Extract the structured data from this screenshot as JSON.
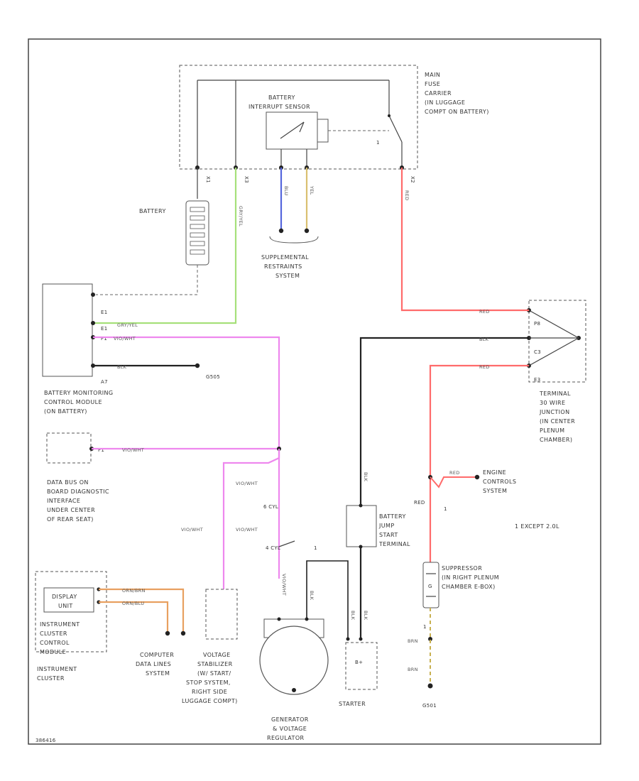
{
  "diagram_id": "386416",
  "components": {
    "main_fuse": [
      "MAIN",
      "FUSE",
      "CARRIER",
      "(IN LUGGAGE",
      "COMPT ON BATTERY)"
    ],
    "battery_interrupt": [
      "BATTERY",
      "INTERRUPT SENSOR"
    ],
    "battery": "BATTERY",
    "srs": [
      "SUPPLEMENTAL",
      "RESTRAINTS",
      "SYSTEM"
    ],
    "bmcm": [
      "BATTERY MONITORING",
      "CONTROL MODULE",
      "(ON BATTERY)"
    ],
    "terminal_30": [
      "TERMINAL",
      "30 WIRE",
      "JUNCTION",
      "(IN CENTER",
      "PLENUM",
      "CHAMBER)"
    ],
    "data_bus": [
      "DATA BUS ON",
      "BOARD DIAGNOSTIC",
      "INTERFACE",
      "UNDER CENTER",
      "OF REAR SEAT)"
    ],
    "engine_controls": [
      "ENGINE",
      "CONTROLS",
      "SYSTEM"
    ],
    "jump_start": [
      "BATTERY",
      "JUMP",
      "START",
      "TERMINAL"
    ],
    "except_note": "1  EXCEPT 2.0L",
    "suppressor": [
      "SUPPRESSOR",
      "(IN RIGHT PLENUM",
      "CHAMBER E-BOX)"
    ],
    "display_unit": [
      "DISPLAY",
      "UNIT"
    ],
    "instrument_cluster_module": [
      "INSTRUMENT",
      "CLUSTER",
      "CONTROL",
      "MODULE"
    ],
    "instrument_cluster": [
      "INSTRUMENT",
      "CLUSTER"
    ],
    "computer_data_lines": [
      "COMPUTER",
      "DATA LINES",
      "SYSTEM"
    ],
    "voltage_stabilizer": [
      "VOLTAGE",
      "STABILIZER",
      "(W/ START/",
      "STOP SYSTEM,",
      "RIGHT SIDE",
      "LUGGAGE COMPT)"
    ],
    "generator": [
      "GENERATOR",
      "& VOLTAGE",
      "REGULATOR"
    ],
    "starter": "STARTER",
    "g505": "G505",
    "g501": "G501",
    "starter_bplus": "B+",
    "suppressor_g": "G"
  },
  "pins": {
    "x1": "X1",
    "x2": "X2",
    "x3": "X3",
    "e1": "E1",
    "f1": "F1",
    "a7": "A7",
    "p8": "P8",
    "c3": "C3",
    "e3": "E3",
    "pt1": "1",
    "pt1b": "1",
    "pt1c": "1"
  },
  "wires": {
    "gry_yel": "GRY/YEL",
    "gry_yel_h": "GRY/YEL",
    "vio_wht": "VIO/WHT",
    "vio_wht_bus": "VIO/WHT",
    "vio_wht_stab": "VIO/WHT",
    "vio_wht_gen": "VIO/WHT",
    "vio_wht_gen2": "VIO/WHT",
    "blk_bmcm": "BLK",
    "blu": "BLU",
    "yel": "YEL",
    "red_main": "RED",
    "red_p8": "RED",
    "blk_c3": "BLK",
    "red_e3": "RED",
    "blk_vert": "BLK",
    "red_engine": "RED",
    "red_vert": "RED",
    "blk_jump": "BLK",
    "blk_starter": "BLK",
    "blk_gen": "BLK",
    "orn_brn": "ORN/BRN",
    "orn_blu": "ORN/BLU",
    "brn1": "BRN",
    "brn2": "BRN",
    "w_x1": "4 CYL",
    "w_x2": "6 CYL",
    "w_x3": "1"
  },
  "colors": {
    "red": "#ff6b6b",
    "green": "#a6e07a",
    "violet": "#ee88ee",
    "blue": "#5566dd",
    "yellow": "#d9c070",
    "orange": "#e8a060",
    "brown_yellow": "#c8b050",
    "black": "#222222"
  }
}
